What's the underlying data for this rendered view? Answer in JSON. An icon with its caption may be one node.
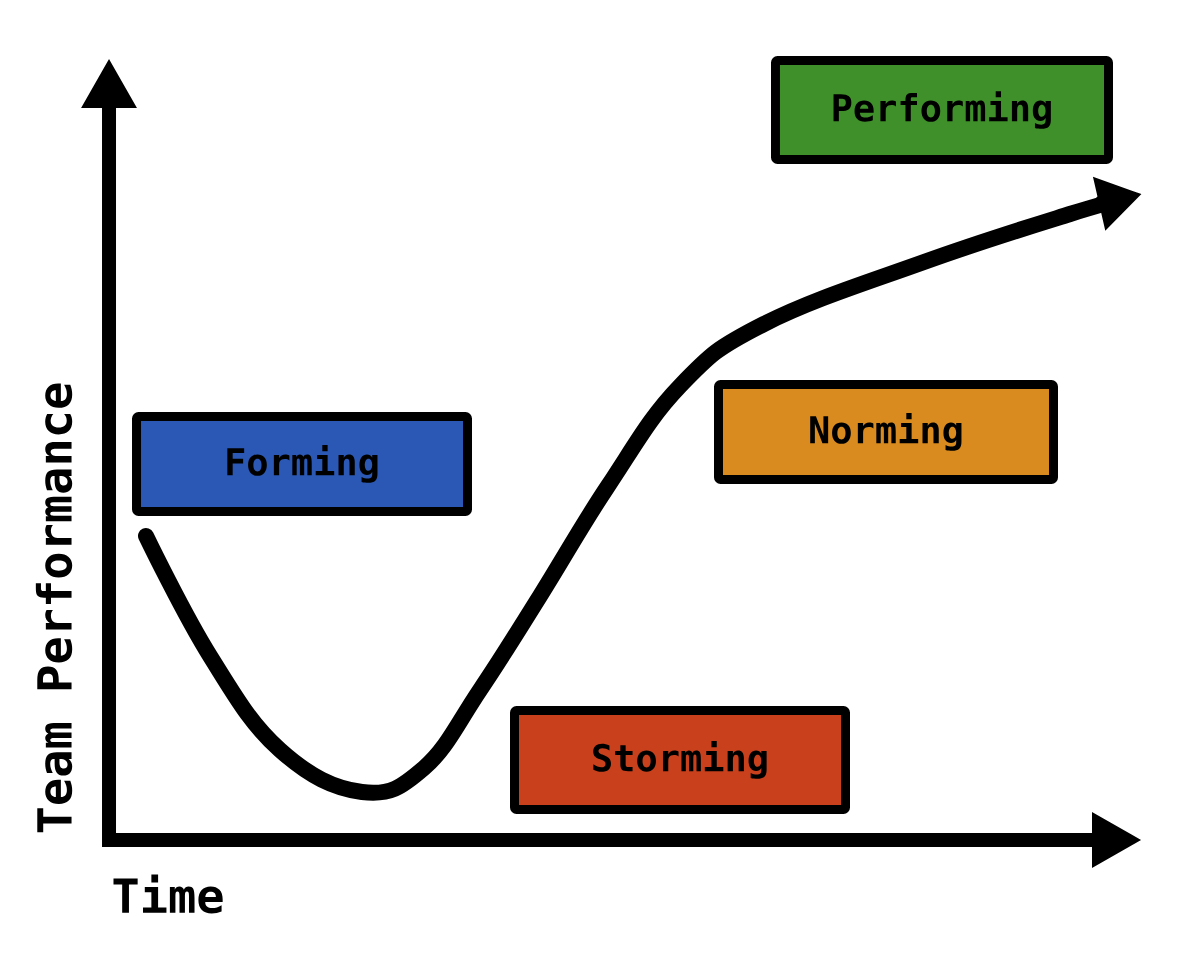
{
  "diagram": {
    "nodes": [
      {
        "text": [
          "Forming"
        ]
      },
      {
        "text": [
          "Storming"
        ]
      },
      {
        "text": [
          "Norming"
        ]
      },
      {
        "text": [
          "Performing"
        ]
      }
    ],
    "labels": [
      "Team Performance",
      "Time"
    ]
  }
}
